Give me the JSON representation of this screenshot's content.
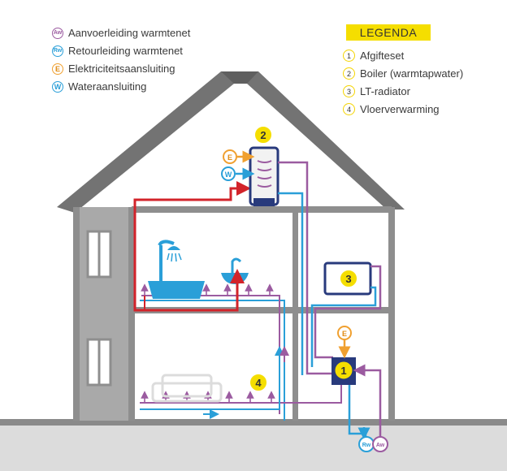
{
  "legend_left": [
    {
      "code": "Aw",
      "label": "Aanvoerleiding warmtenet",
      "color": "#9b5ba0"
    },
    {
      "code": "Rw",
      "label": "Retourleiding warmtenet",
      "color": "#2a9fd8"
    },
    {
      "code": "E",
      "label": "Elektriciteitsaansluiting",
      "color": "#f0a030"
    },
    {
      "code": "W",
      "label": "Wateraansluiting",
      "color": "#2a9fd8"
    }
  ],
  "legend_right": {
    "title": "LEGENDA",
    "items": [
      {
        "num": "1",
        "label": "Afgifteset"
      },
      {
        "num": "2",
        "label": "Boiler (warmtapwater)"
      },
      {
        "num": "3",
        "label": "LT-radiator"
      },
      {
        "num": "4",
        "label": "Vloerverwarming"
      }
    ]
  },
  "markers": {
    "n1": "1",
    "n2": "2",
    "n3": "3",
    "n4": "4",
    "e_boiler": "E",
    "w_boiler": "W",
    "e_unit": "E",
    "rw": "Rw",
    "aw": "Aw"
  },
  "colors": {
    "wall": "#8e8e8e",
    "roof": "#737373",
    "ground": "#8a8a8a",
    "water": "#2a9fd8",
    "hot": "#d2232a",
    "supply": "#9b5ba0",
    "electric": "#f0a030",
    "yellow": "#f5de00",
    "unit": "#283a7c",
    "bath": "#2a9fd8"
  }
}
